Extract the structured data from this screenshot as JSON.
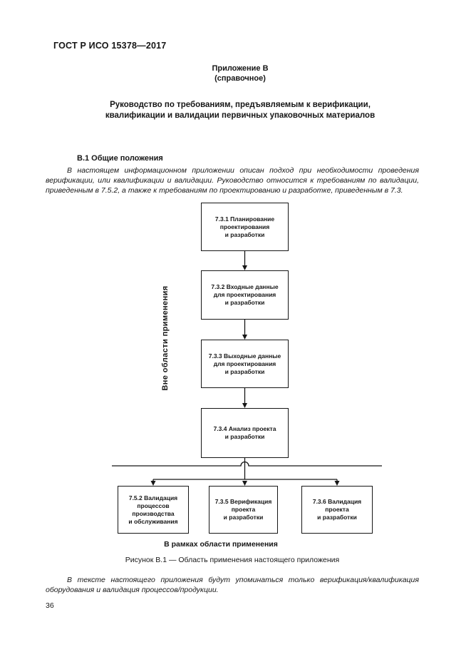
{
  "page": {
    "doc_number": "ГОСТ Р ИСО 15378—2017",
    "page_number": "36"
  },
  "appendix": {
    "label": "Приложение В",
    "type": "(справочное)",
    "title": "Руководство по требованиям, предъявляемым к верификации,\nквалификации и валидации первичных упаковочных материалов"
  },
  "section": {
    "heading": "В.1 Общие положения",
    "paragraph1": "В настоящем информационном приложении описан подход при необходимости проведения верификации, или квалификации и валидации. Руководство относится к требованиям по валидации, приведенным в 7.5.2, а также к требованиям по проектированию и разработке, приведенным в 7.3.",
    "paragraph2": "В тексте настоящего приложения будут упоминаться только верификация/квалификация оборудования и валидация процессов/продукции."
  },
  "diagram": {
    "out_of_scope_label": "Вне области применения",
    "in_scope_label": "В рамках области применения",
    "line_color": "#161616",
    "boxes": [
      {
        "id": "7.3.1",
        "label": "7.3.1 Планирование\nпроектирования\nи разработки"
      },
      {
        "id": "7.3.2",
        "label": "7.3.2 Входные данные\nдля проектирования\nи разработки"
      },
      {
        "id": "7.3.3",
        "label": "7.3.3 Выходные данные\nдля проектирования\nи разработки"
      },
      {
        "id": "7.3.4",
        "label": "7.3.4 Анализ проекта\nи разработки"
      },
      {
        "id": "7.5.2",
        "label": "7.5.2 Валидация\nпроцессов\nпроизводства\nи обслуживания"
      },
      {
        "id": "7.3.5",
        "label": "7.3.5 Верификация\nпроекта\nи разработки"
      },
      {
        "id": "7.3.6",
        "label": "7.3.6 Валидация\nпроекта\nи разработки"
      }
    ]
  },
  "figure": {
    "caption": "Рисунок В.1 — Область применения настоящего приложения"
  }
}
